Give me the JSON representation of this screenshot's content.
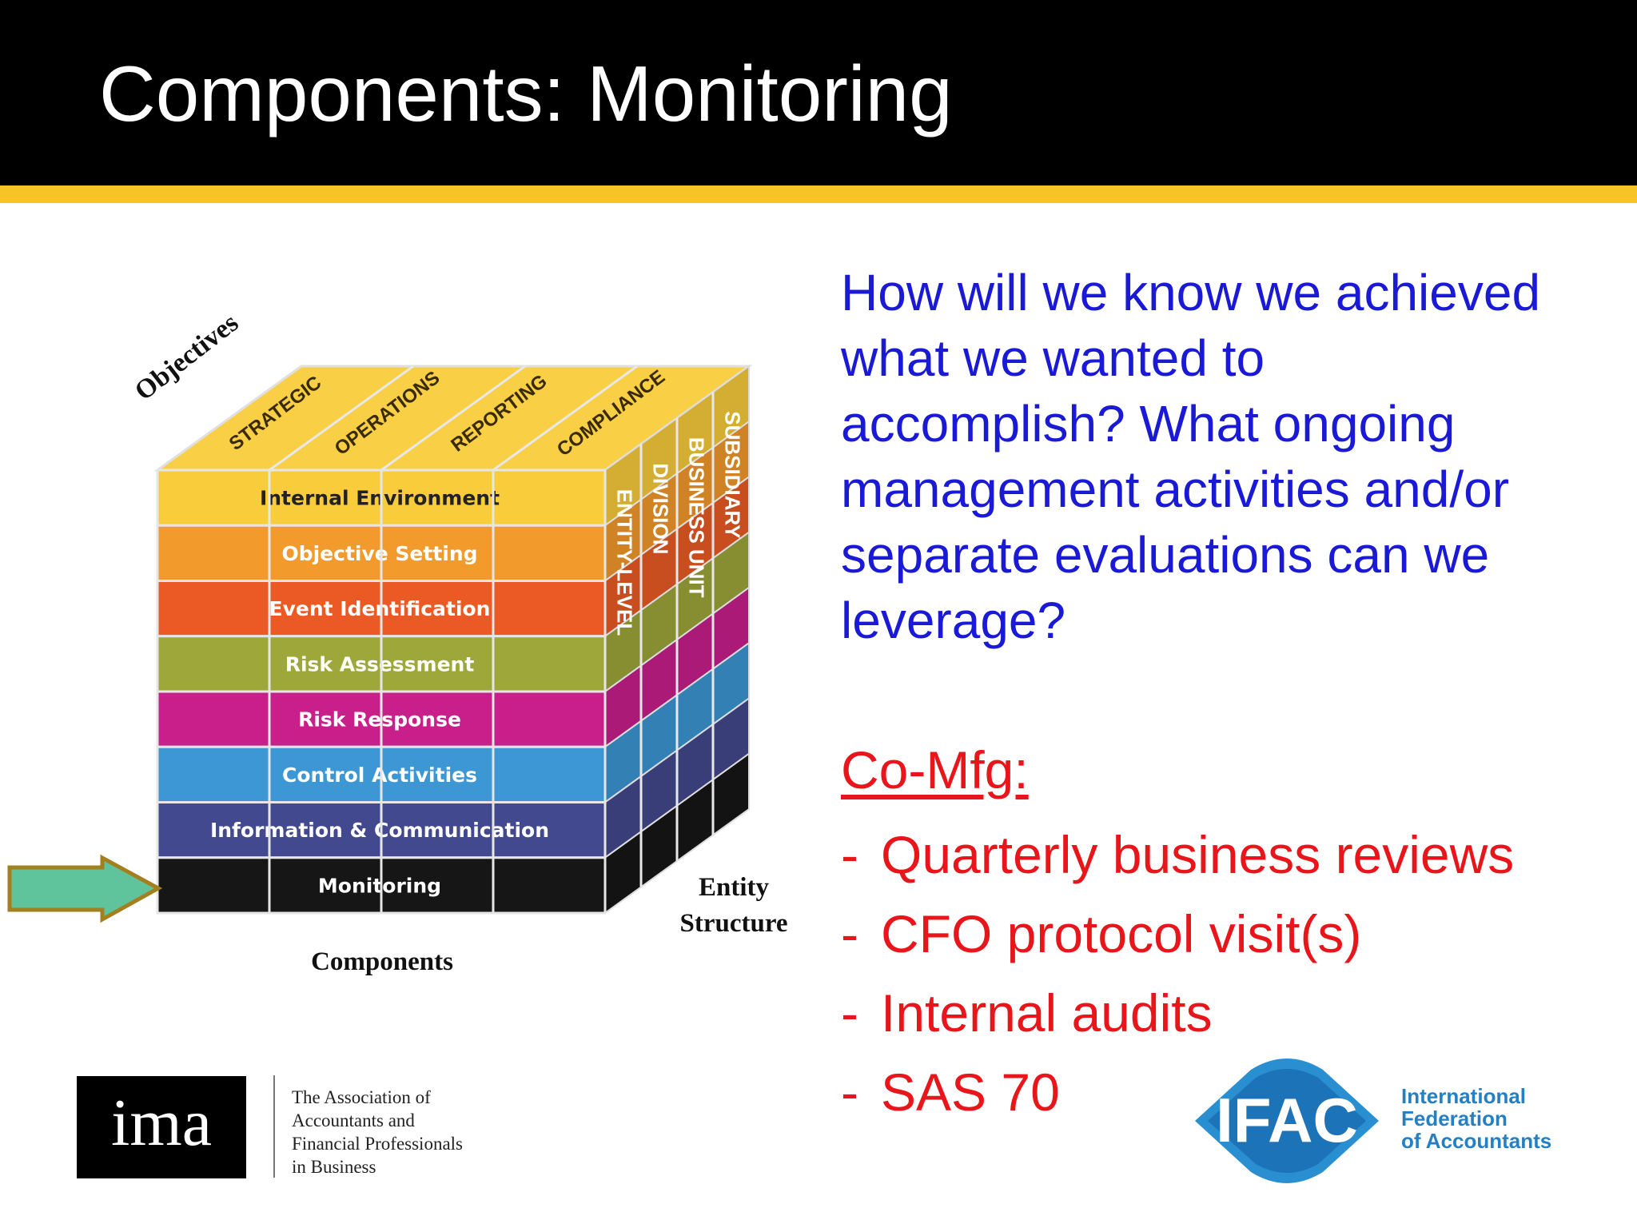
{
  "slide": {
    "title": "Components: Monitoring"
  },
  "cube": {
    "objectives_label": "Objectives",
    "objective_columns": [
      "STRATEGIC",
      "OPERATIONS",
      "REPORTING",
      "COMPLIANCE"
    ],
    "components": [
      {
        "label": "Internal Environment",
        "color": "#f9cc3c",
        "text_color": "#222222"
      },
      {
        "label": "Objective Setting",
        "color": "#f39a2c",
        "text_color": "#ffffff"
      },
      {
        "label": "Event Identification",
        "color": "#eb5a24",
        "text_color": "#ffffff"
      },
      {
        "label": "Risk Assessment",
        "color": "#9ea73a",
        "text_color": "#ffffff"
      },
      {
        "label": "Risk Response",
        "color": "#c81f8b",
        "text_color": "#ffffff"
      },
      {
        "label": "Control Activities",
        "color": "#3c97d4",
        "text_color": "#ffffff"
      },
      {
        "label": "Information & Communication",
        "color": "#43498e",
        "text_color": "#ffffff"
      },
      {
        "label": "Monitoring",
        "color": "#161616",
        "text_color": "#ffffff"
      }
    ],
    "entity_levels": [
      "ENTITY-LEVEL",
      "DIVISION",
      "BUSINESS UNIT",
      "SUBSIDIARY"
    ],
    "components_caption": "Components",
    "entity_caption_line1": "Entity",
    "entity_caption_line2": "Structure",
    "arrow_color": "#5fc39b"
  },
  "question_text": "How will we know we achieved\nwhat we wanted to\naccomplish?  What ongoing\nmanagement activities and/or\nseparate evaluations can we\nleverage?",
  "comfg": {
    "heading": "Co-Mfg:",
    "items": [
      "Quarterly business reviews",
      "CFO protocol visit(s)",
      "Internal audits",
      "SAS 70"
    ]
  },
  "logos": {
    "ima": {
      "mark": "ima",
      "line1": "The Association of",
      "line2": "Accountants and",
      "line3": "Financial Professionals",
      "line4": "in Business"
    },
    "ifac": {
      "mark": "IFAC",
      "line1": "International",
      "line2": "Federation",
      "line3": "of Accountants"
    }
  }
}
